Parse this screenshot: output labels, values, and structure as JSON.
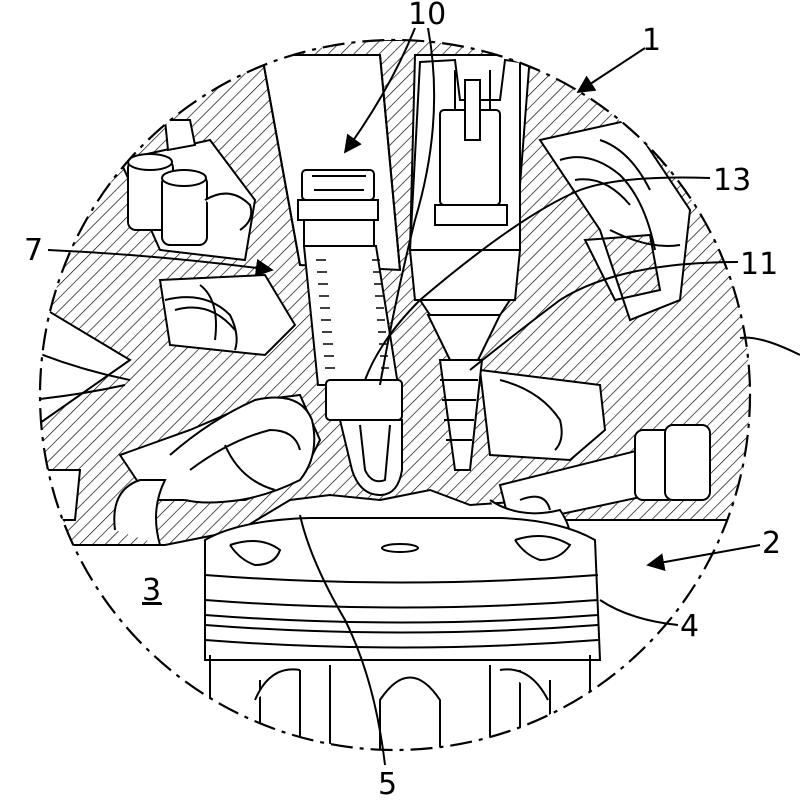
{
  "labels": {
    "ref_1": "1",
    "ref_2": "2",
    "ref_3": "3",
    "ref_4": "4",
    "ref_5": "5",
    "ref_7": "7",
    "ref_10": "10",
    "ref_11": "11",
    "ref_13": "13"
  },
  "colors": {
    "line": "#000000",
    "background": "#ffffff"
  }
}
